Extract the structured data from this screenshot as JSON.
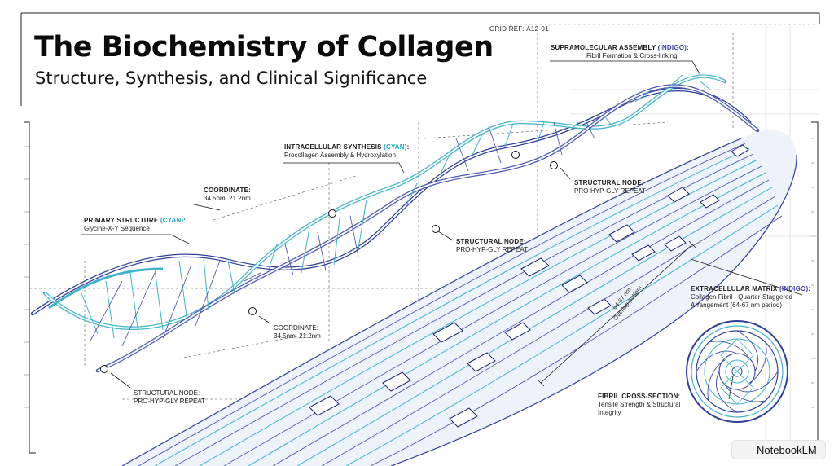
{
  "title": "The Biochemistry of Collagen",
  "subtitle": "Structure, Synthesis, and Clinical Significance",
  "grid_ref": "GRID REF: A12-01",
  "labels": {
    "primary": {
      "head_pre": "PRIMARY STRUCTURE ",
      "head_color": "(CYAN)",
      "head_post": ":",
      "line1": "Glycine-X-Y Sequence"
    },
    "intracellular": {
      "head_pre": "INTRACELLULAR SYNTHESIS ",
      "head_color": "(CYAN)",
      "head_post": ":",
      "line1": "Procollagen Assembly & Hydroxylation"
    },
    "supramolecular": {
      "head_pre": "SUPRAMOLECULAR ASSEMBLY ",
      "head_color": "(INDIGO)",
      "head_post": ":",
      "line1": "Fibril Formation & Cross-linking"
    },
    "extracellular": {
      "head_pre": "EXTRACELLULAR MATRIX ",
      "head_color": "(INDIGO)",
      "head_post": ":",
      "line1": "Collagen Fibril - Quarter-Staggered",
      "line2": "Arrangement (64-67 nm period)"
    },
    "cross_section": {
      "head": "FIBRIL CROSS-SECTION:",
      "line1": "Tensile Strength & Structural",
      "line2": "Integrity"
    },
    "coord_top": {
      "head": "COORDINATE:",
      "line1": "34.5nm, 21.2nm"
    },
    "coord_bottom": {
      "line0": "COORDINATE:",
      "line1": "34.5nm, 21.2nm"
    },
    "node_right": {
      "head": "STRUCTURAL NODE:",
      "line1": "PRO-HYP-GLY REPEAT"
    },
    "node_mid": {
      "head": "STRUCTURAL NODE:",
      "line1": "PRO-HYP-GLY REPEAT"
    },
    "node_left": {
      "line0": "STRUCTURAL NODE:",
      "line1": "PRO-HYP-GLY REPEAT"
    },
    "overlap": {
      "line1": "64-67 nm",
      "line2": "Overlap pattern"
    }
  },
  "badge": {
    "label": "NotebookLM",
    "icon": "notebooklm-logo-icon"
  },
  "colors": {
    "cyan": "#1aa7bf",
    "indigo": "#3c3fa3",
    "ink": "#111111"
  }
}
